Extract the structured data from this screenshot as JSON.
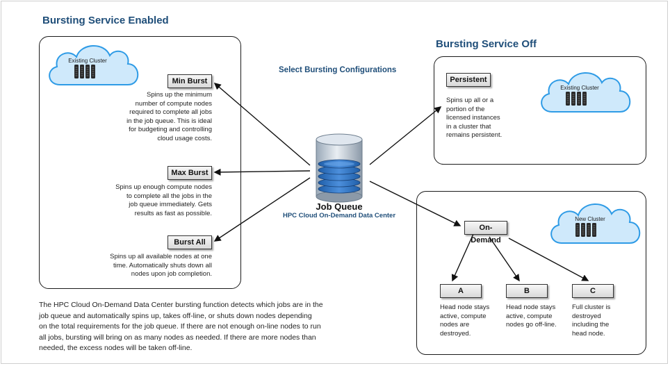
{
  "titles": {
    "enabled": "Bursting Service Enabled",
    "off": "Bursting Service Off",
    "select": "Select Bursting Configurations"
  },
  "job_queue": {
    "title": "Job Queue",
    "subtitle": "HPC Cloud On-Demand Data Center"
  },
  "clouds": {
    "existing_left": "Existing Cluster",
    "existing_right": "Existing Cluster",
    "new": "New Cluster"
  },
  "enabled_options": {
    "min_burst": {
      "label": "Min Burst",
      "lines": [
        "Spins up the minimum",
        "number of compute nodes",
        "required to complete all jobs",
        "in the job queue. This is ideal",
        "for budgeting and controlling",
        "cloud usage costs."
      ]
    },
    "max_burst": {
      "label": "Max Burst",
      "lines": [
        "Spins up enough compute nodes",
        "to complete all the jobs in the",
        "job queue immediately. Gets",
        "results as fast as possible."
      ]
    },
    "burst_all": {
      "label": "Burst All",
      "lines": [
        "Spins up all available nodes at one",
        "time. Automatically shuts down all",
        "nodes upon job completion."
      ]
    }
  },
  "off_options": {
    "persistent": {
      "label": "Persistent",
      "lines": [
        "Spins up all or a",
        "portion of the",
        "licensed instances",
        "in a cluster that",
        "remains persistent."
      ]
    },
    "on_demand": {
      "label": "On-Demand",
      "a": {
        "label": "A",
        "lines": [
          "Head node stays",
          "active, compute",
          "nodes are",
          "destroyed."
        ]
      },
      "b": {
        "label": "B",
        "lines": [
          "Head node stays",
          "active, compute",
          "nodes go off-line."
        ]
      },
      "c": {
        "label": "C",
        "lines": [
          "Full cluster is",
          "destroyed",
          "including the",
          "head node."
        ]
      }
    }
  },
  "summary_lines": [
    "The HPC Cloud On-Demand Data Center bursting function detects which jobs are in the",
    "job queue and automatically spins up, takes off-line, or shuts down nodes depending",
    "on the total requirements for the job queue. If there are not enough on-line nodes to run",
    "all jobs, bursting will bring on as many nodes as needed. If there are more nodes than",
    "needed, the excess nodes will be taken off-line."
  ],
  "colors": {
    "title_blue": "#1f4e79",
    "cloud_fill": "#cfe9fb",
    "cloud_stroke": "#2e9be6",
    "server": "#2a2a2a",
    "db_blue": "#2a6ebf"
  }
}
